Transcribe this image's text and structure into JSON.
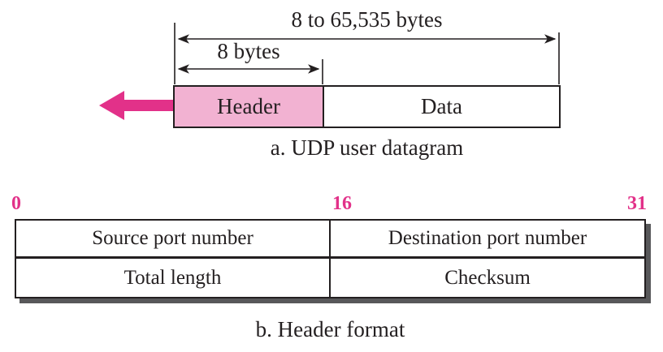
{
  "colors": {
    "accent_pink": "#e23189",
    "header_fill": "#f2b2d2",
    "shadow": "#58585a",
    "line": "#231f20"
  },
  "icons": {
    "data_flow": "left-arrow-icon"
  },
  "datagram": {
    "total_size_label": "8 to 65,535 bytes",
    "header_size_label": "8 bytes",
    "header_label": "Header",
    "data_label": "Data",
    "caption": "a. UDP user datagram"
  },
  "header_format": {
    "bit_labels": [
      "0",
      "16",
      "31"
    ],
    "rows": [
      [
        "Source port number",
        "Destination port number"
      ],
      [
        "Total length",
        "Checksum"
      ]
    ],
    "caption": "b. Header format"
  }
}
